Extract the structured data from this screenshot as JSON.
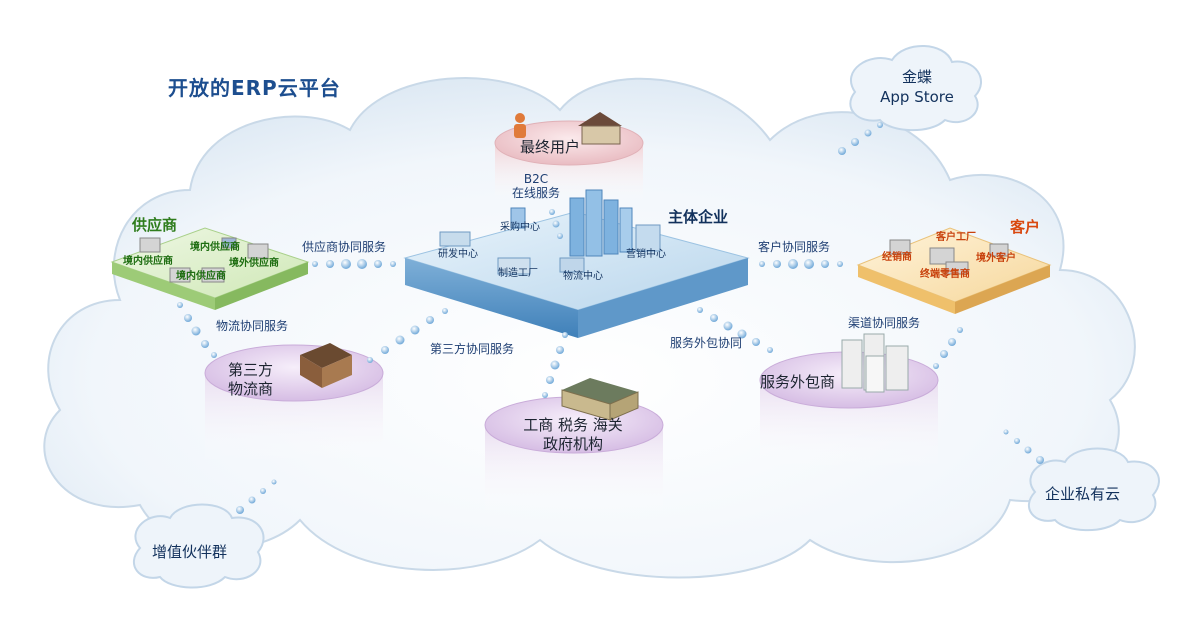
{
  "title": "开放的ERP云平台",
  "app_store": {
    "line1": "金蝶",
    "line2": "App Store"
  },
  "end_user": "最终用户",
  "b2c": {
    "line1": "B2C",
    "line2": "在线服务"
  },
  "enterprise": {
    "title": "主体企业",
    "procurement": "采购中心",
    "rnd": "研发中心",
    "factory": "制造工厂",
    "logistics": "物流中心",
    "marketing": "营销中心"
  },
  "supplier": {
    "title": "供应商",
    "domestic_1": "境内供应商",
    "domestic_2": "境内供应商",
    "domestic_3": "境内供应商",
    "overseas": "境外供应商"
  },
  "customer": {
    "title": "客户",
    "factory": "客户工厂",
    "dealer": "经销商",
    "overseas": "境外客户",
    "retailer": "终端零售商"
  },
  "flows": {
    "supplier_collab": "供应商协同服务",
    "customer_collab": "客户协同服务",
    "logistics_collab": "物流协同服务",
    "third_party_collab": "第三方协同服务",
    "outsourcing_collab": "服务外包协同",
    "channel_collab": "渠道协同服务"
  },
  "third_party_logistics": {
    "line1": "第三方",
    "line2": "物流商"
  },
  "government": {
    "line1": "工商 税务 海关",
    "line2": "政府机构"
  },
  "outsourcer": "服务外包商",
  "partners": "增值伙伴群",
  "private_cloud": "企业私有云"
}
